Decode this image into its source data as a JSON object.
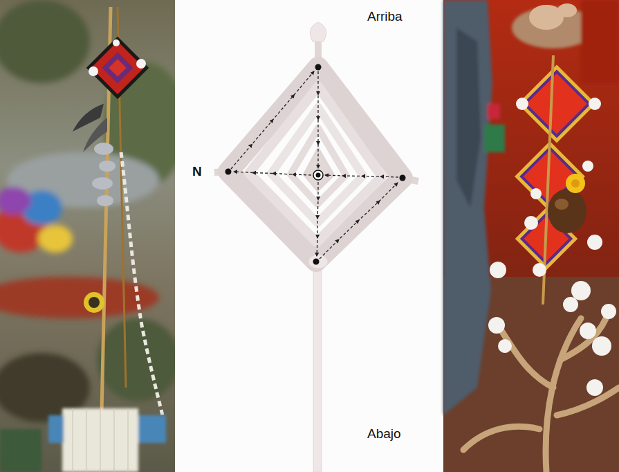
{
  "diagram": {
    "labels": [
      "Arriba",
      "N",
      "Abajo"
    ]
  }
}
